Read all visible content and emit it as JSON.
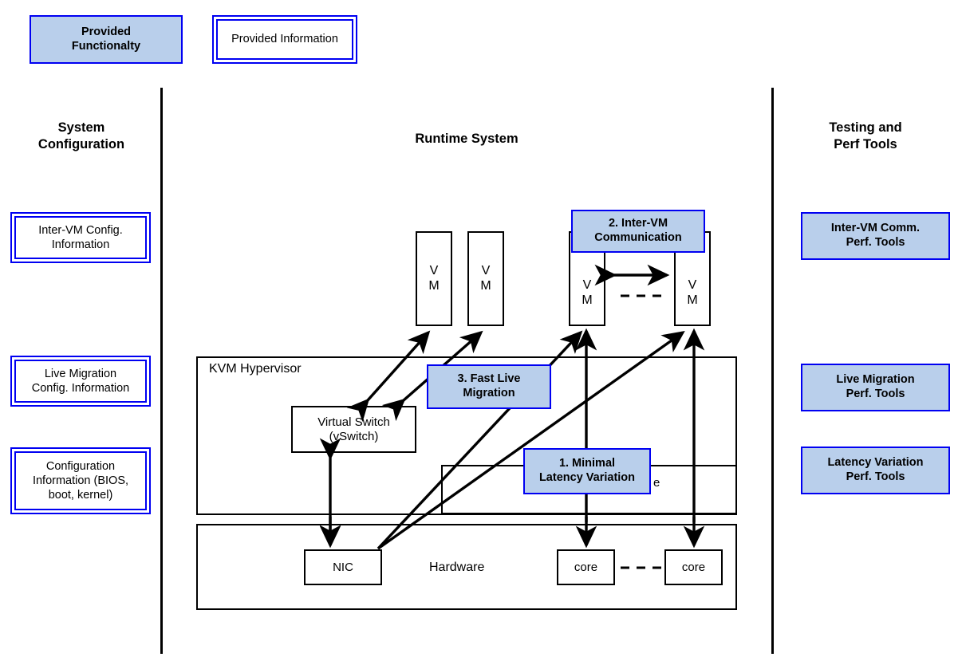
{
  "legend": {
    "functionality": {
      "label": "Provided\nFunctionalty",
      "line1": "Provided",
      "line2": "Functionalty"
    },
    "information": {
      "label": "Provided Information"
    }
  },
  "colors": {
    "fill_blue": "#b9cfeb",
    "border_blue": "#0000f2",
    "line_black": "#000000",
    "background": "#ffffff"
  },
  "columns": {
    "left": {
      "title_line1": "System",
      "title_line2": "Configuration",
      "items": [
        {
          "line1": "Inter-VM Config.",
          "line2": "Information"
        },
        {
          "line1": "Live Migration",
          "line2": "Config. Information"
        },
        {
          "line1": "Configuration",
          "line2": "Information (BIOS,",
          "line3": "boot, kernel)"
        }
      ]
    },
    "center": {
      "title": "Runtime System"
    },
    "right": {
      "title_line1": "Testing and",
      "title_line2": "Perf Tools",
      "items": [
        {
          "line1": "Inter-VM Comm.",
          "line2": "Perf. Tools"
        },
        {
          "line1": "Live Migration",
          "line2": "Perf. Tools"
        },
        {
          "line1": "Latency Variation",
          "line2": "Perf. Tools"
        }
      ]
    }
  },
  "runtime": {
    "vms": [
      {
        "l1": "V",
        "l2": "M"
      },
      {
        "l1": "V",
        "l2": "M"
      },
      {
        "l1": "V",
        "l2": "M"
      },
      {
        "l1": "V",
        "l2": "M"
      }
    ],
    "hypervisor_label": "KVM Hypervisor",
    "vswitch": {
      "line1": "Virtual Switch",
      "line2": "(vSwitch)"
    },
    "inner_box_partial": "e",
    "hardware_label": "Hardware",
    "nic_label": "NIC",
    "cores": [
      "core",
      "core"
    ]
  },
  "callouts": [
    {
      "id": "inter-vm-communication",
      "line1": "2. Inter-VM",
      "line2": "Communication"
    },
    {
      "id": "fast-live-migration",
      "line1": "3. Fast Live",
      "line2": "Migration"
    },
    {
      "id": "minimal-latency-variation",
      "line1": "1. Minimal",
      "line2": "Latency Variation"
    }
  ]
}
